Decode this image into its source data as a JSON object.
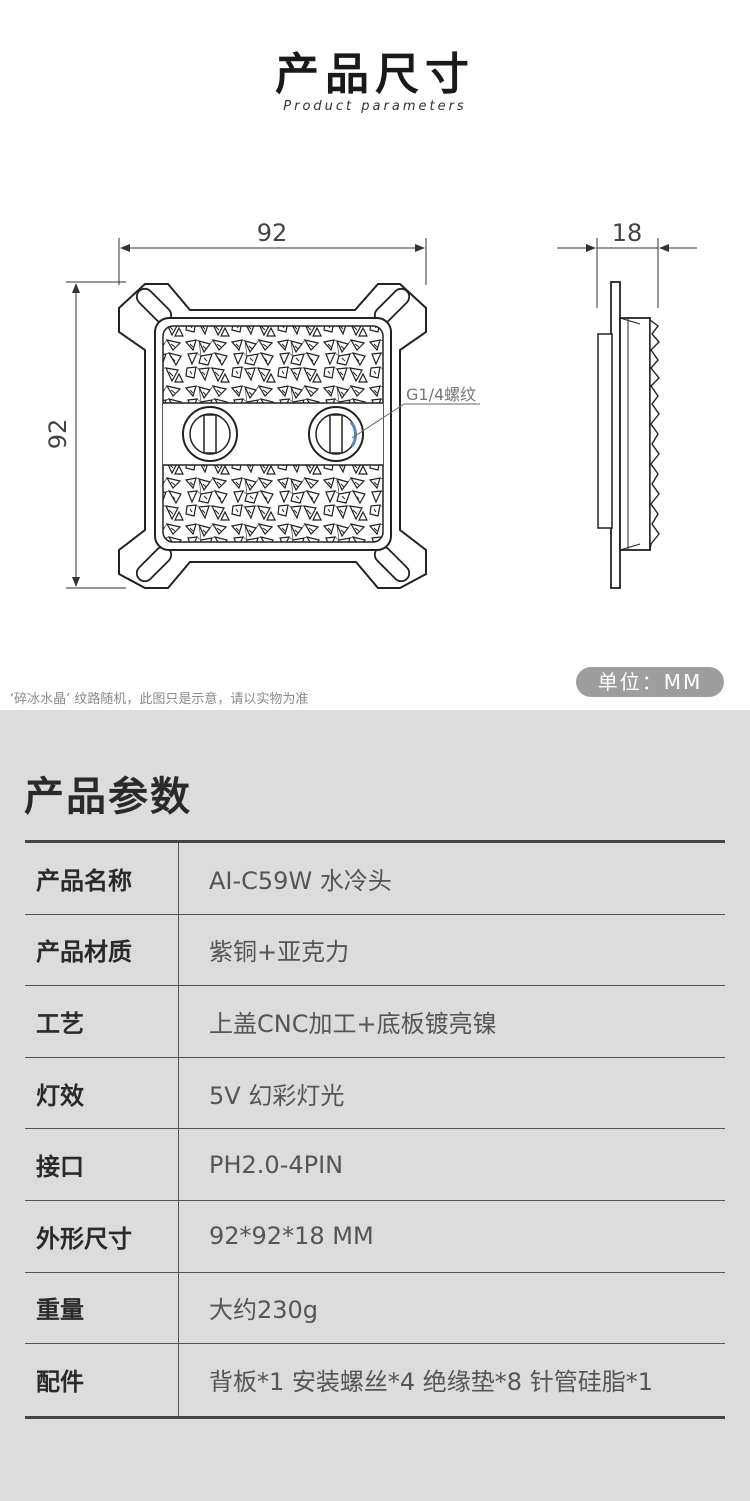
{
  "header": {
    "title": "产品尺寸",
    "subtitle": "Product parameters"
  },
  "drawing": {
    "front_width_label": "92",
    "front_height_label": "92",
    "side_depth_label": "18",
    "thread_label": "G1/4螺纹"
  },
  "note": "‘碎冰水晶’ 纹路随机，此图只是示意，请以实物为准",
  "unit_badge": "单位：MM",
  "specs": {
    "title": "产品参数",
    "rows": [
      {
        "label": "产品名称",
        "value": "AI-C59W 水冷头"
      },
      {
        "label": "产品材质",
        "value": "紫铜+亚克力"
      },
      {
        "label": "工艺",
        "value": "上盖CNC加工+底板镀亮镍"
      },
      {
        "label": "灯效",
        "value": "5V 幻彩灯光"
      },
      {
        "label": "接口",
        "value": "PH2.0-4PIN"
      },
      {
        "label": "外形尺寸",
        "value": "92*92*18 MM"
      },
      {
        "label": "重量",
        "value": "大约230g"
      },
      {
        "label": "配件",
        "value": "背板*1  安装螺丝*4  绝缘垫*8  针管硅脂*1"
      }
    ]
  },
  "colors": {
    "bottom_background": "#dcdcdc",
    "badge_background": "#9e9e9e",
    "thread_accent": "#5b86c4"
  }
}
